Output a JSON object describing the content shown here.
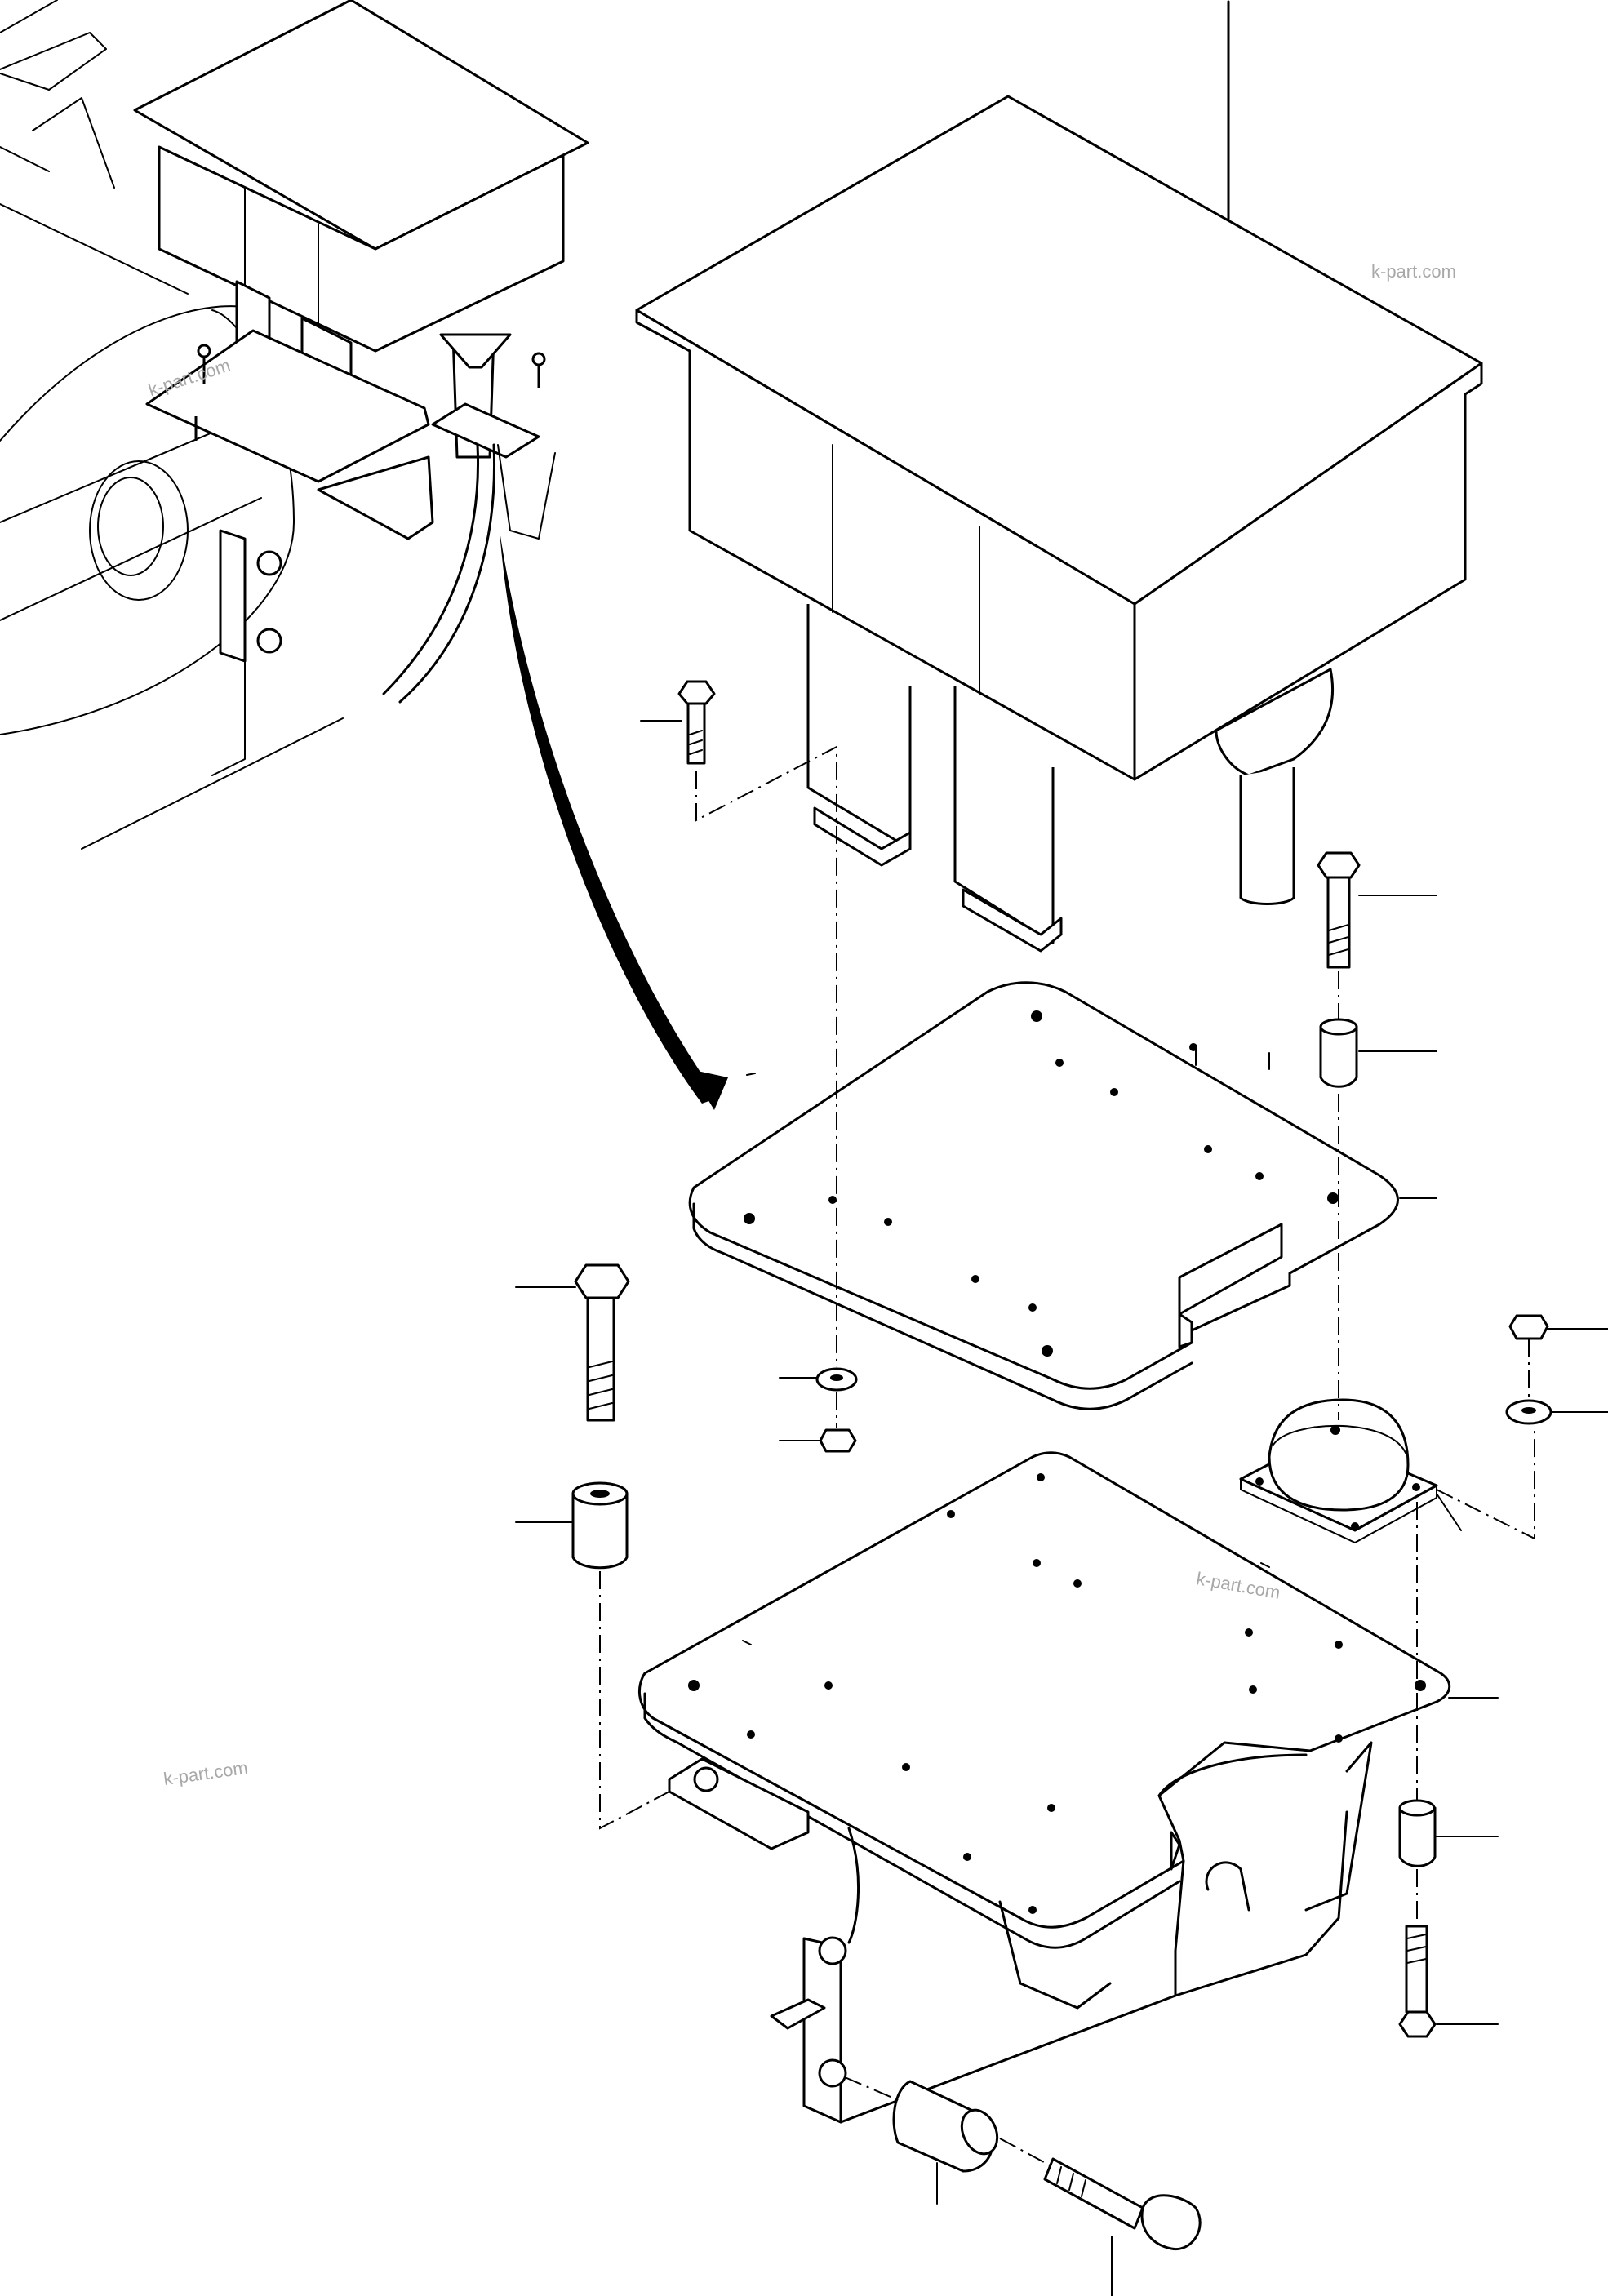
{
  "watermarks": {
    "top_right": "k-part.com",
    "thumb": "k-part.com",
    "middle": "k-part.com",
    "left": "k-part.com"
  }
}
